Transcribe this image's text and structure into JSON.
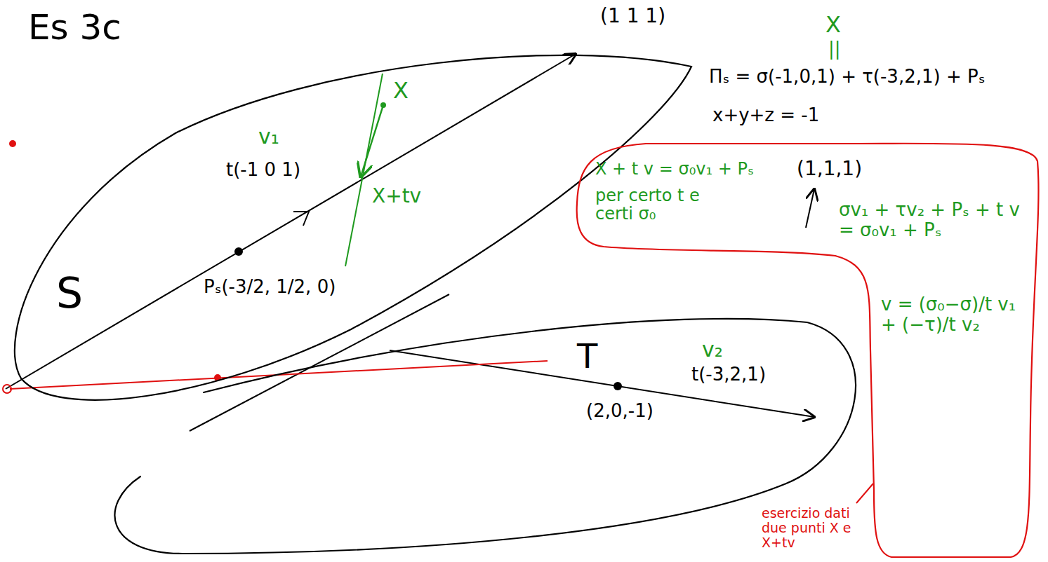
{
  "diagram": {
    "title": "Es 3c",
    "nodes": [
      {
        "text": [
          "S",
          "v₁",
          "t(-1 0 1)",
          "Pₛ(-3/2, 1/2, 0)",
          "X",
          "X+tv"
        ]
      },
      {
        "text": [
          "T",
          "v₂",
          "t(-3,2,1)",
          "(2,0,-1)"
        ]
      },
      {
        "text": [
          "X + t v = σ₀v₁ + Pₛ",
          "per certo t e certi σ₀",
          "σv₁ + τv₂ + Pₛ + t v = σ₀v₁ + Pₛ",
          "v = (σ₀−σ)/t v₁ + (−τ)/t v₂"
        ]
      }
    ],
    "labels": [
      "(1 1 1)",
      "X",
      "||",
      "Πₛ = σ(-1,0,1) + τ(-3,2,1) + Pₛ",
      "x+y+z = -1",
      "(1,1,1)",
      "esercizio dati due punti X e X+tv"
    ]
  }
}
